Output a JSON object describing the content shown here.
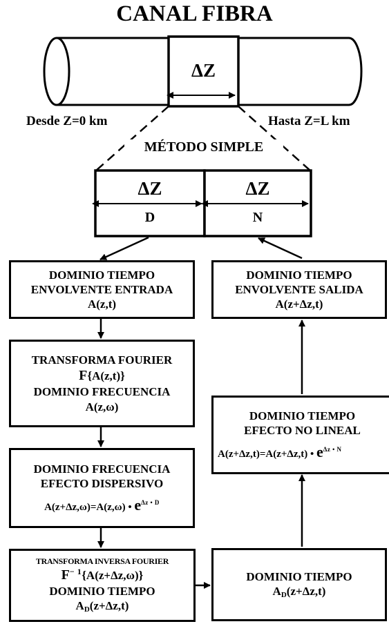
{
  "title": "CANAL FIBRA",
  "fiber": {
    "delta": "ΔZ",
    "from_label": "Desde Z=0 km",
    "to_label": "Hasta Z=L km"
  },
  "method": {
    "label": "MÉTODO SIMPLE",
    "left_delta": "ΔZ",
    "left_letter": "D",
    "right_delta": "ΔZ",
    "right_letter": "N"
  },
  "boxes": {
    "input": {
      "line1": "DOMINIO TIEMPO",
      "line2": "ENVOLVENTE ENTRADA",
      "line3": "A(z,t)"
    },
    "fourier": {
      "line1": "TRANSFORMA FOURIER",
      "op": "F",
      "arg": "{A(z,t)}",
      "line3": "DOMINIO FRECUENCIA",
      "line4": "A(z,ω)"
    },
    "dispersive": {
      "line1": "DOMINIO FRECUENCIA",
      "line2": "EFECTO DISPERSIVO",
      "eq": "A(z+Δz,ω)=A(z,ω) •",
      "base": "e",
      "exp": "Δz • D"
    },
    "inverse": {
      "line1": "TRANSFORMA INVERSA FOURIER",
      "op": "F",
      "op_exp": "− 1",
      "arg": "{A(z+Δz,ω)}",
      "line3": "DOMINIO TIEMPO",
      "res_main": "A",
      "res_sub": "D",
      "res_rest": "(z+Δz,t)"
    },
    "time_mid": {
      "line1": "DOMINIO TIEMPO",
      "res_main": "A",
      "res_sub": "D",
      "res_rest": "(z+Δz,t)"
    },
    "nonlinear": {
      "line1": "DOMINIO TIEMPO",
      "line2": "EFECTO NO LINEAL",
      "eq": "A(z+Δz,t)=A(z+Δz,t) •",
      "base": "e",
      "exp": "Δz • N"
    },
    "output": {
      "line1": "DOMINIO TIEMPO",
      "line2": "ENVOLVENTE SALIDA",
      "line3": "A(z+Δz,t)"
    }
  }
}
